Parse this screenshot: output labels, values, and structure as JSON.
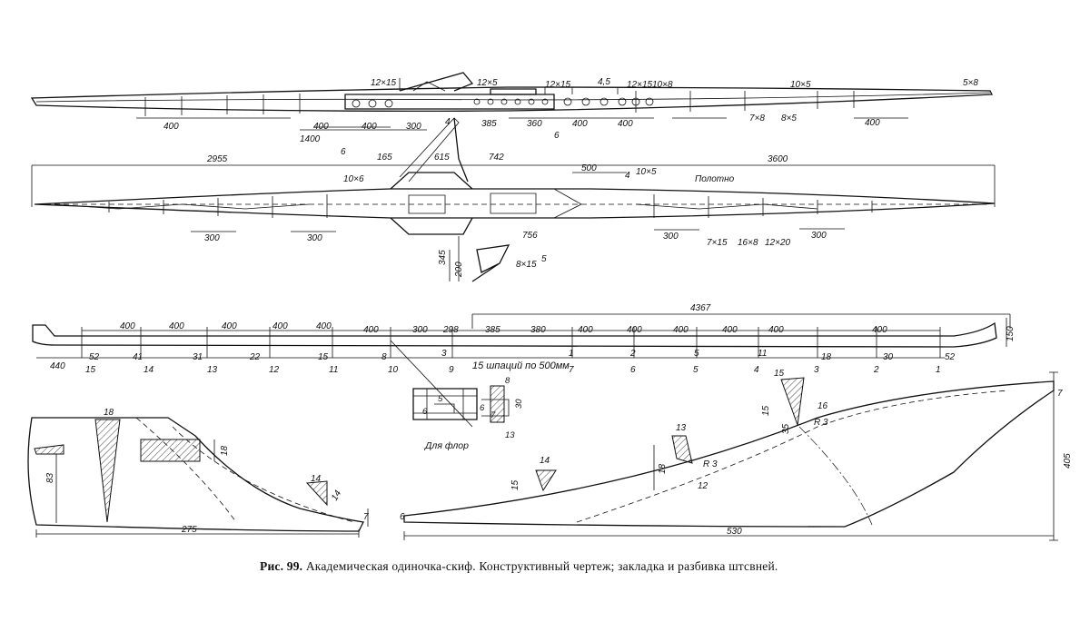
{
  "caption": {
    "prefix": "Рис. 99.",
    "text": "Академическая одиночка-скиф. Конструктивный чертеж; закладка и разбивка штсвней."
  },
  "side_view": {
    "labels": [
      "12×15",
      "12×5",
      "12×15",
      "4,5",
      "12×15",
      "10×8",
      "10×5",
      "5×8",
      "385",
      "360",
      "400",
      "400",
      "400",
      "400",
      "400",
      "1400",
      "300",
      "4",
      "6",
      "6",
      "7×8",
      "8×5",
      "400"
    ]
  },
  "plan_view": {
    "top_dims": [
      "2955",
      "165",
      "615",
      "742",
      "3600"
    ],
    "labels": [
      "10×6",
      "500",
      "4",
      "10×5",
      "Полотно",
      "300",
      "300",
      "756",
      "300",
      "300",
      "7×15",
      "16×8",
      "12×20",
      "8×15",
      "5",
      "345",
      "200"
    ]
  },
  "keel_view": {
    "total": "4367",
    "spacing": [
      "400",
      "400",
      "400",
      "400",
      "400",
      "400",
      "300",
      "298",
      "385",
      "380",
      "400",
      "400",
      "400",
      "400",
      "400",
      "400"
    ],
    "note": "15 шпаций по 500мм",
    "left": "440",
    "end_height": "150",
    "stations_top": [
      "52",
      "41",
      "31",
      "22",
      "15",
      "8",
      "3",
      "1",
      "2",
      "5",
      "11",
      "18",
      "30",
      "52"
    ],
    "stations_bottom": [
      "15",
      "14",
      "13",
      "12",
      "11",
      "10",
      "9",
      "7",
      "6",
      "5",
      "4",
      "3",
      "2",
      "1"
    ]
  },
  "floor_detail": {
    "label": "Для флор",
    "dims": [
      "5",
      "6",
      "8",
      "30",
      "13",
      "7",
      "6"
    ]
  },
  "frame_left": {
    "dims": [
      "18",
      "18",
      "83",
      "14",
      "14",
      "275",
      "7",
      "6"
    ]
  },
  "frame_right": {
    "dims": [
      "14",
      "15",
      "13",
      "18",
      "R 3",
      "12",
      "15",
      "16",
      "15",
      "35",
      "R 3",
      "530",
      "405",
      "7"
    ]
  }
}
